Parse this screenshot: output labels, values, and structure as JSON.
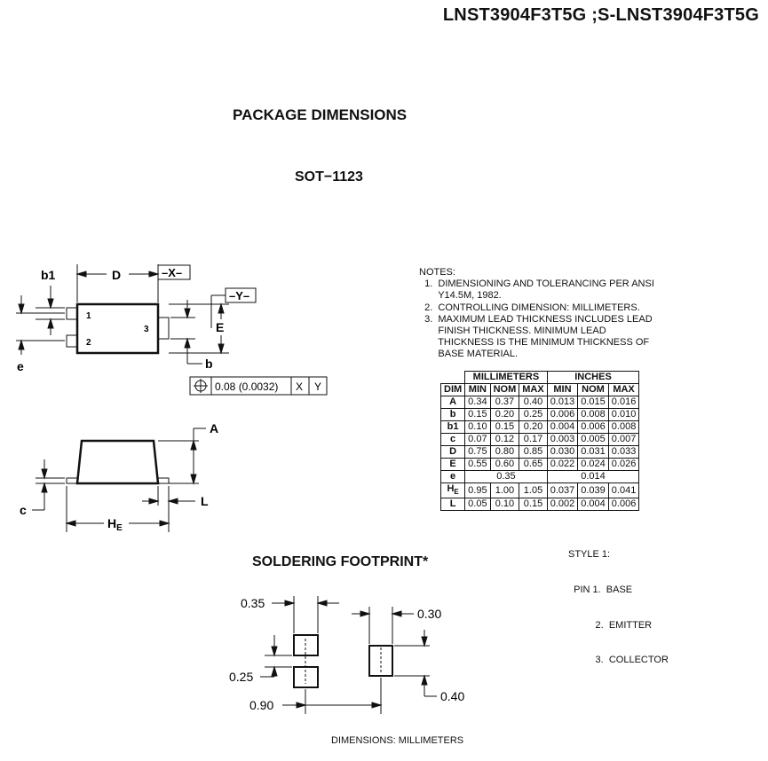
{
  "header": {
    "part_number": "LNST3904F3T5G ;S-LNST3904F3T5G"
  },
  "titles": {
    "package_dimensions": "PACKAGE DIMENSIONS",
    "package_name": "SOT−1123",
    "soldering_footprint": "SOLDERING FOOTPRINT*",
    "footer": "DIMENSIONS: MILLIMETERS"
  },
  "top_view": {
    "labels": {
      "b1": "b1",
      "D": "D",
      "X": "–X–",
      "Y": "–Y–",
      "E": "E",
      "e": "e",
      "b": "b"
    },
    "pins": [
      "1",
      "2",
      "3"
    ],
    "tolerance": {
      "value": "0.08 (0.0032)",
      "datum1": "X",
      "datum2": "Y"
    }
  },
  "side_view": {
    "labels": {
      "A": "A",
      "c": "c",
      "L": "L",
      "HE": "H",
      "HE_sub": "E"
    }
  },
  "notes": {
    "title": "NOTES:",
    "lines": [
      "  1.  DIMENSIONING AND TOLERANCING PER ANSI",
      "       Y14.5M, 1982.",
      "  2.  CONTROLLING DIMENSION: MILLIMETERS.",
      "  3.  MAXIMUM LEAD THICKNESS INCLUDES LEAD",
      "       FINISH THICKNESS. MINIMUM LEAD",
      "       THICKNESS IS THE MINIMUM THICKNESS OF",
      "       BASE MATERIAL."
    ]
  },
  "dim_table": {
    "group_headers": [
      "MILLIMETERS",
      "INCHES"
    ],
    "dim_header": "DIM",
    "col_headers": [
      "MIN",
      "NOM",
      "MAX",
      "MIN",
      "NOM",
      "MAX"
    ],
    "rows": [
      {
        "dim": "A",
        "mm": [
          "0.34",
          "0.37",
          "0.40"
        ],
        "in": [
          "0.013",
          "0.015",
          "0.016"
        ]
      },
      {
        "dim": "b",
        "mm": [
          "0.15",
          "0.20",
          "0.25"
        ],
        "in": [
          "0.006",
          "0.008",
          "0.010"
        ]
      },
      {
        "dim": "b1",
        "mm": [
          "0.10",
          "0.15",
          "0.20"
        ],
        "in": [
          "0.004",
          "0.006",
          "0.008"
        ]
      },
      {
        "dim": "c",
        "mm": [
          "0.07",
          "0.12",
          "0.17"
        ],
        "in": [
          "0.003",
          "0.005",
          "0.007"
        ]
      },
      {
        "dim": "D",
        "mm": [
          "0.75",
          "0.80",
          "0.85"
        ],
        "in": [
          "0.030",
          "0.031",
          "0.033"
        ]
      },
      {
        "dim": "E",
        "mm": [
          "0.55",
          "0.60",
          "0.65"
        ],
        "in": [
          "0.022",
          "0.024",
          "0.026"
        ]
      },
      {
        "dim": "e",
        "mm_nom": "0.35",
        "in_nom": "0.014"
      },
      {
        "dim": "H",
        "dim_sub": "E",
        "mm": [
          "0.95",
          "1.00",
          "1.05"
        ],
        "in": [
          "0.037",
          "0.039",
          "0.041"
        ]
      },
      {
        "dim": "L",
        "mm": [
          "0.05",
          "0.10",
          "0.15"
        ],
        "in": [
          "0.002",
          "0.004",
          "0.006"
        ]
      }
    ]
  },
  "style": {
    "lines": [
      "STYLE 1:",
      "  PIN 1.  BASE",
      "          2.  EMITTER",
      "          3.  COLLECTOR"
    ]
  },
  "footprint": {
    "labels": {
      "w_pad_pair": "0.35",
      "h_pad": "0.25",
      "spacing": "0.90",
      "w_pad_single": "0.30",
      "h_pad_single": "0.40"
    }
  }
}
